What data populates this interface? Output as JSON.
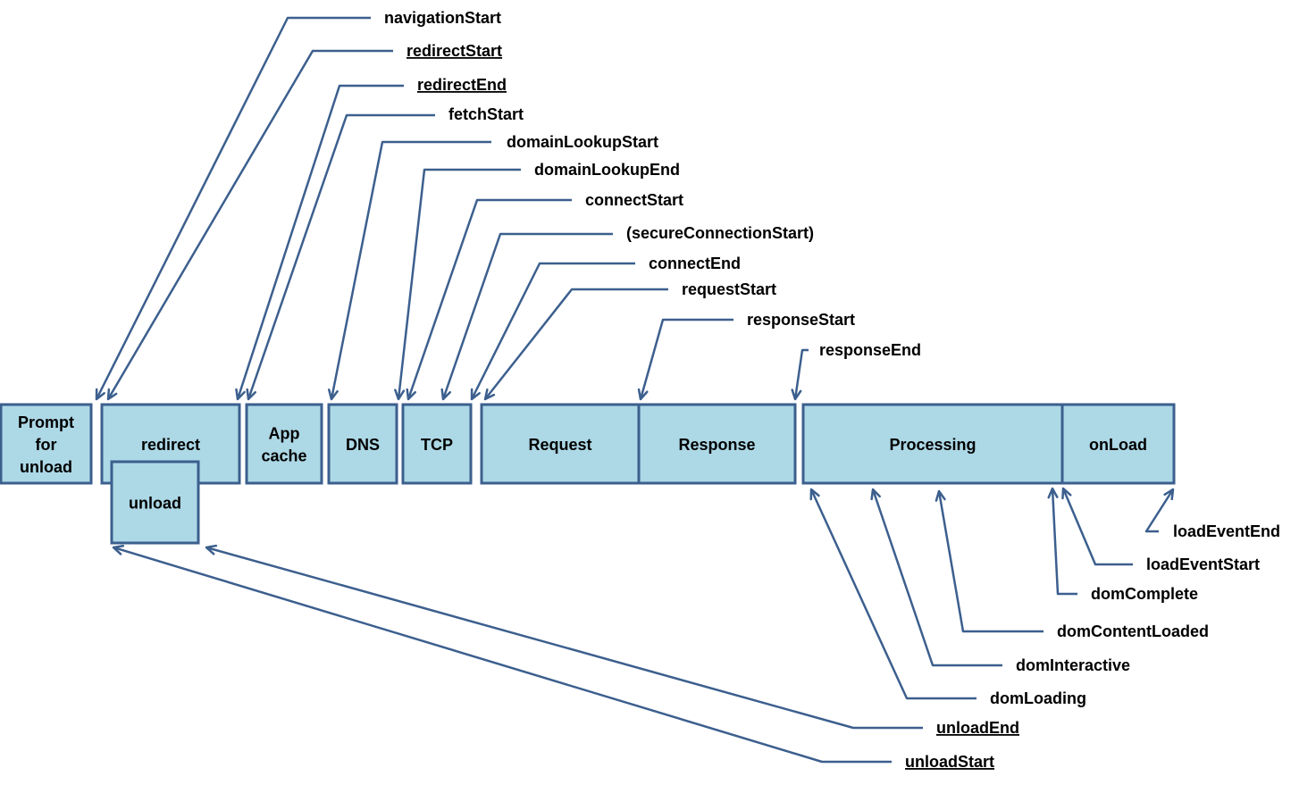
{
  "phases": [
    {
      "id": "prompt",
      "lines": [
        "Prompt",
        "for",
        "unload"
      ]
    },
    {
      "id": "redirect",
      "lines": [
        "redirect"
      ]
    },
    {
      "id": "unload",
      "lines": [
        "unload"
      ]
    },
    {
      "id": "appcache",
      "lines": [
        "App",
        "cache"
      ]
    },
    {
      "id": "dns",
      "lines": [
        "DNS"
      ]
    },
    {
      "id": "tcp",
      "lines": [
        "TCP"
      ]
    },
    {
      "id": "request",
      "lines": [
        "Request"
      ]
    },
    {
      "id": "response",
      "lines": [
        "Response"
      ]
    },
    {
      "id": "processing",
      "lines": [
        "Processing"
      ]
    },
    {
      "id": "onload",
      "lines": [
        "onLoad"
      ]
    }
  ],
  "events": [
    {
      "id": "navigationStart",
      "label": "navigationStart",
      "underline": false
    },
    {
      "id": "redirectStart",
      "label": "redirectStart",
      "underline": true
    },
    {
      "id": "redirectEnd",
      "label": "redirectEnd",
      "underline": true
    },
    {
      "id": "fetchStart",
      "label": "fetchStart",
      "underline": false
    },
    {
      "id": "domainLookupStart",
      "label": "domainLookupStart",
      "underline": false
    },
    {
      "id": "domainLookupEnd",
      "label": "domainLookupEnd",
      "underline": false
    },
    {
      "id": "connectStart",
      "label": "connectStart",
      "underline": false
    },
    {
      "id": "secureConnectionStart",
      "label": "(secureConnectionStart)",
      "underline": false
    },
    {
      "id": "connectEnd",
      "label": "connectEnd",
      "underline": false
    },
    {
      "id": "requestStart",
      "label": "requestStart",
      "underline": false
    },
    {
      "id": "responseStart",
      "label": "responseStart",
      "underline": false
    },
    {
      "id": "responseEnd",
      "label": "responseEnd",
      "underline": false
    },
    {
      "id": "loadEventEnd",
      "label": "loadEventEnd",
      "underline": false
    },
    {
      "id": "loadEventStart",
      "label": "loadEventStart",
      "underline": false
    },
    {
      "id": "domComplete",
      "label": "domComplete",
      "underline": false
    },
    {
      "id": "domContentLoaded",
      "label": "domContentLoaded",
      "underline": false
    },
    {
      "id": "domInteractive",
      "label": "domInteractive",
      "underline": false
    },
    {
      "id": "domLoading",
      "label": "domLoading",
      "underline": false
    },
    {
      "id": "unloadEnd",
      "label": "unloadEnd",
      "underline": true
    },
    {
      "id": "unloadStart",
      "label": "unloadStart",
      "underline": true
    }
  ],
  "colors": {
    "box_fill": "#add8e6",
    "stroke": "#3c5f8e",
    "text": "#000000"
  }
}
